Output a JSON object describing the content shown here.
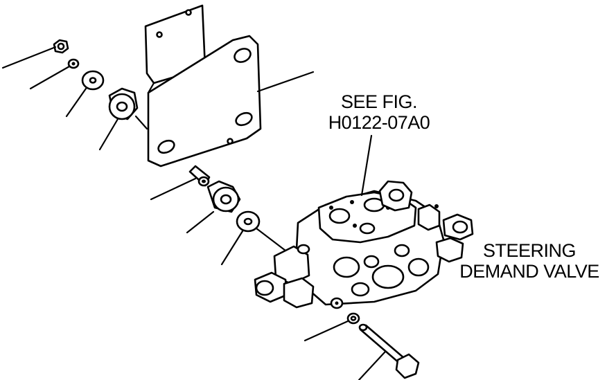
{
  "labels": {
    "see_fig_line1": "SEE FIG.",
    "see_fig_line2": "H0122-07A0",
    "steering_line1": "STEERING",
    "steering_line2": "DEMAND VALVE"
  }
}
